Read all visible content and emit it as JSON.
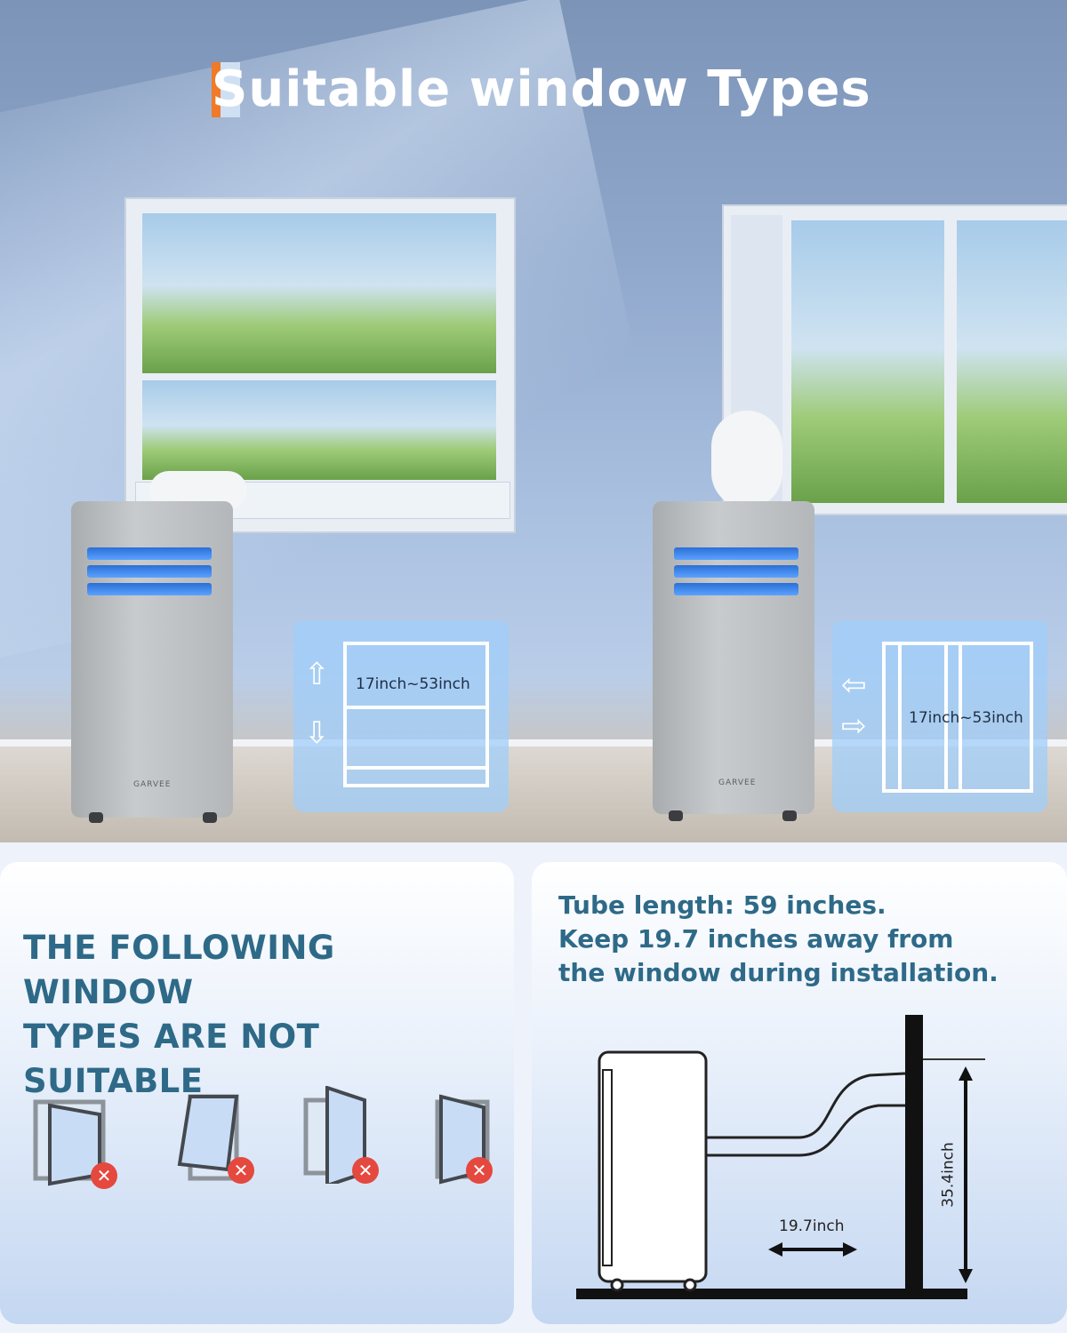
{
  "title": "Suitable window Types",
  "colors": {
    "accent": "#f07a2a",
    "heading": "#2e6a88",
    "no_badge": "#e5483e"
  },
  "windows": [
    {
      "type": "vertical-sliding",
      "range_label": "17inch~53inch",
      "arrows": "up-down"
    },
    {
      "type": "horizontal-sliding",
      "range_label": "17inch~53inch",
      "arrows": "left-right"
    }
  ],
  "ac_brand": "GARVEE",
  "not_suitable": {
    "heading_line1": "THE FOLLOWING WINDOW",
    "heading_line2": "TYPES ARE NOT SUITABLE",
    "icons": [
      "casement-window-icon",
      "awning-window-icon",
      "tilt-window-icon",
      "pivot-window-icon"
    ]
  },
  "installation": {
    "line1": "Tube length: 59 inches.",
    "line2": "Keep 19.7 inches away from",
    "line3": "the window during installation.",
    "distance_label": "19.7inch",
    "height_label": "35.4inch"
  }
}
